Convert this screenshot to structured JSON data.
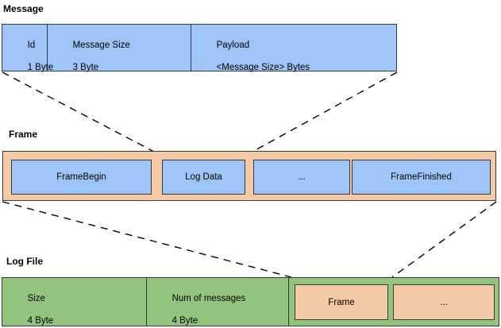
{
  "diagram": {
    "sections": {
      "message": {
        "title": "Message",
        "fields": [
          {
            "name": "Id",
            "size": "1 Byte"
          },
          {
            "name": "Message Size",
            "size": "3 Byte"
          },
          {
            "name": "Payload",
            "size": "<Message Size> Bytes"
          }
        ]
      },
      "frame": {
        "title": "Frame",
        "slots": [
          {
            "label": "FrameBegin"
          },
          {
            "label": "Log Data"
          },
          {
            "label": "..."
          },
          {
            "label": "FrameFinished"
          }
        ]
      },
      "logfile": {
        "title": "Log File",
        "fields": [
          {
            "name": "Size",
            "size": "4 Byte"
          },
          {
            "name": "Num of messages",
            "size": "4 Byte"
          }
        ],
        "frames": [
          {
            "label": "Frame"
          },
          {
            "label": "..."
          }
        ]
      }
    },
    "colors": {
      "message_fill": "#9fc5f8",
      "frame_fill": "#f5cba7",
      "frame_slot_fill": "#9fc5f8",
      "logfile_fill": "#93c47d",
      "logfile_frame_fill": "#f5cba7",
      "stroke": "#36393d",
      "connector": "#000000"
    }
  }
}
